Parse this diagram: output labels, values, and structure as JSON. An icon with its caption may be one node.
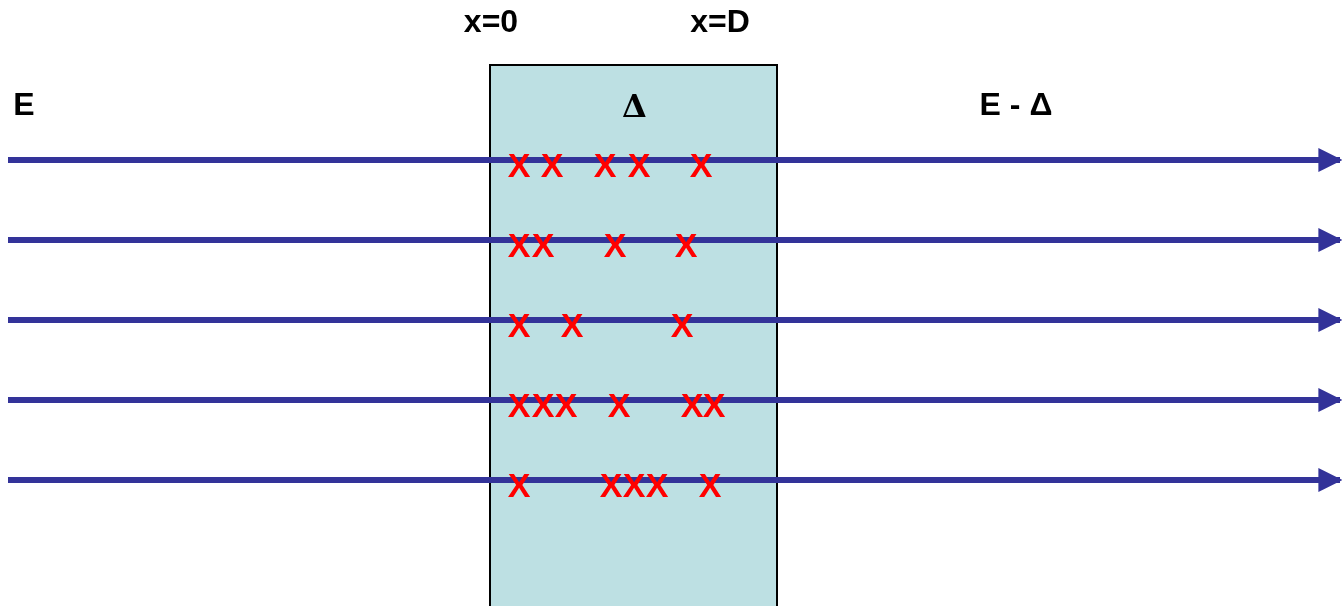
{
  "diagram": {
    "nodes": [
      {
        "text": [
          "Δ"
        ]
      }
    ],
    "labels": [
      "x=0",
      "x=D",
      "E",
      "E - Δ",
      "X",
      "X",
      "X",
      "X",
      "X",
      "X",
      "X",
      "X",
      "X",
      "X",
      "X",
      "X",
      "X",
      "X",
      "X",
      "X",
      "X",
      "X",
      "X",
      "X",
      "X",
      "X",
      "X"
    ]
  }
}
